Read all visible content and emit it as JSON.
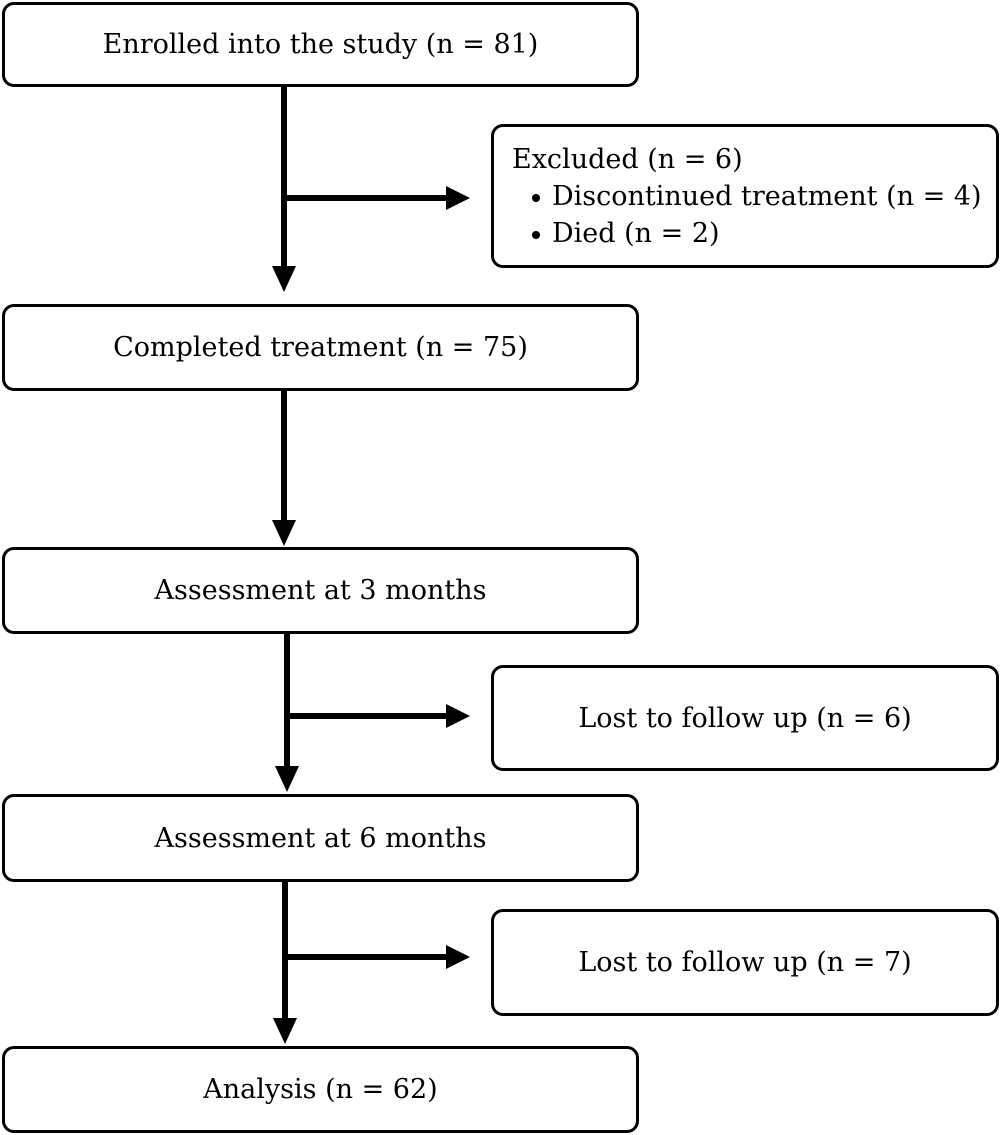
{
  "boxes": {
    "enrolled": "Enrolled into the study (n = 81)",
    "excluded": {
      "title": "Excluded (n = 6)",
      "items": [
        "Discontinued treatment (n = 4)",
        "Died (n = 2)"
      ]
    },
    "completed": "Completed treatment (n = 75)",
    "assessment_3": "Assessment at 3 months",
    "lost_1": "Lost to follow up (n = 6)",
    "assessment_6": "Assessment at 6 months",
    "lost_2": "Lost to follow up (n = 7)",
    "analysis": "Analysis (n = 62)"
  },
  "colors": {
    "stroke": "#000000",
    "background": "#ffffff"
  }
}
